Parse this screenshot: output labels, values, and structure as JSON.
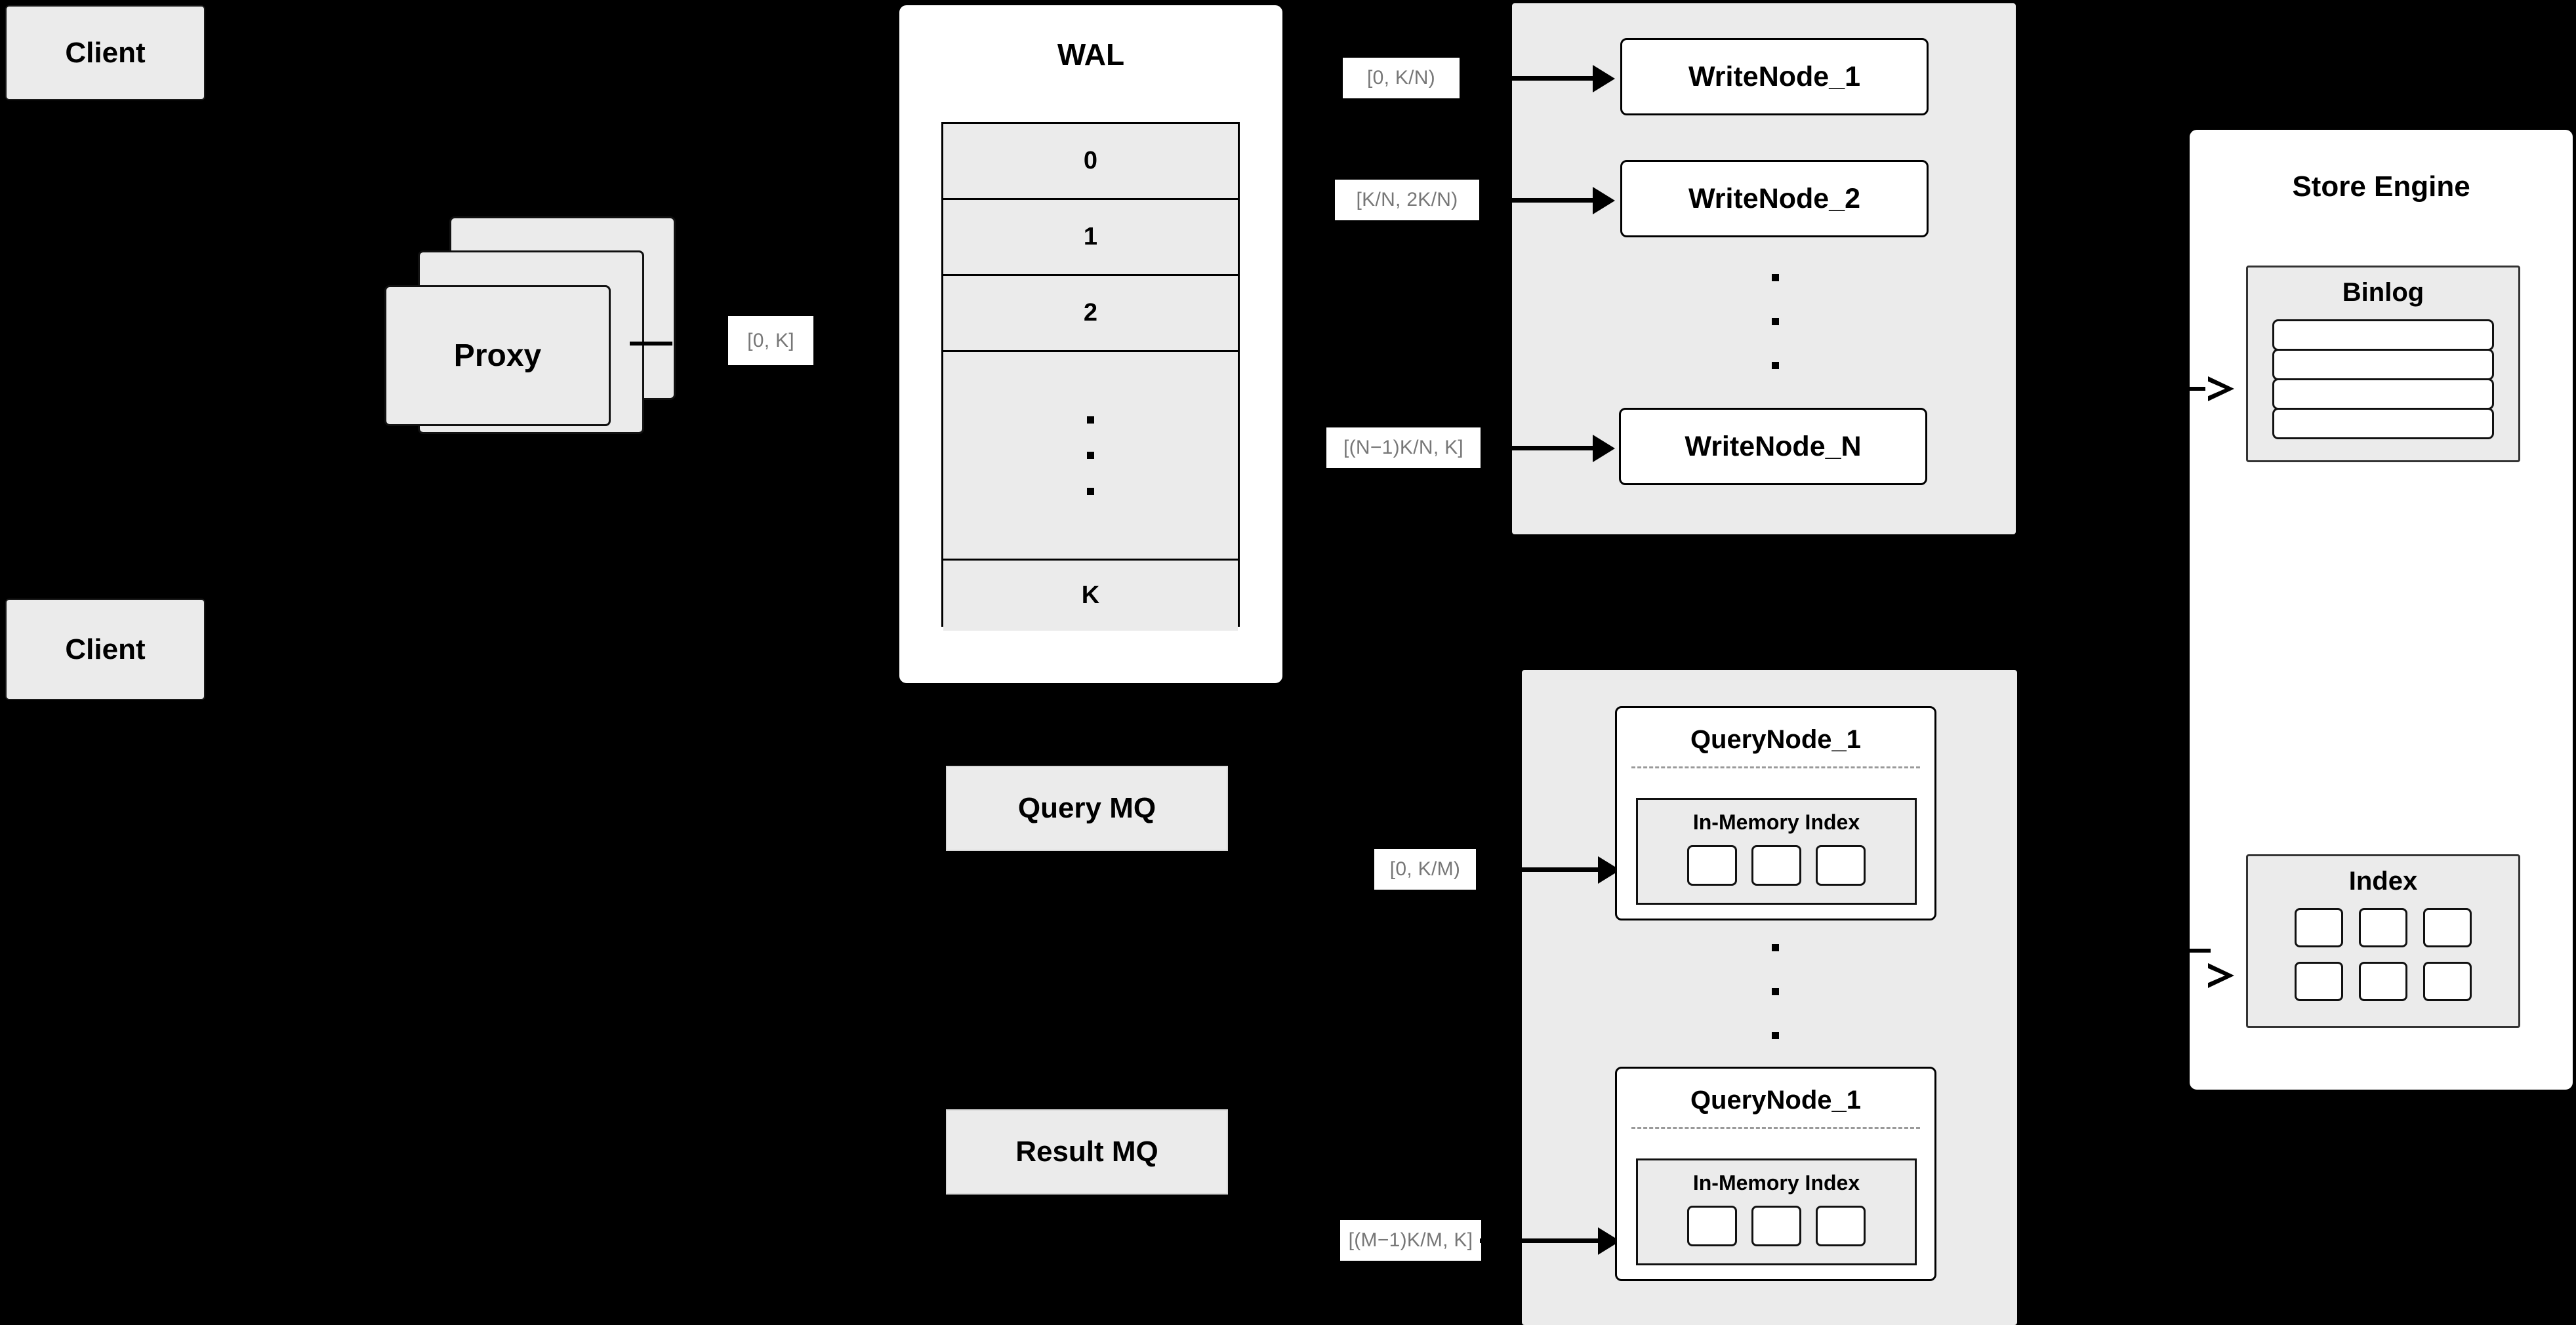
{
  "diagram": {
    "background_color": "#000000",
    "clients": [
      {
        "label": "Client"
      },
      {
        "label": "Client"
      }
    ],
    "proxy": {
      "label": "Proxy",
      "stack_count": 3,
      "out_label": "[0, K]"
    },
    "wal": {
      "title": "WAL",
      "rows": [
        "0",
        "1",
        "2",
        "⋮",
        "K"
      ]
    },
    "write_group": {
      "nodes": [
        {
          "label": "WriteNode_1",
          "range_label": "[0,  K/N)"
        },
        {
          "label": "WriteNode_2",
          "range_label": "[K/N, 2K/N)"
        },
        {
          "label": "WriteNode_N",
          "range_label": "[(N−1)K/N,  K]"
        }
      ],
      "ellipsis": "⋮"
    },
    "message_queues": [
      {
        "label": "Query MQ"
      },
      {
        "label": "Result MQ"
      }
    ],
    "query_group": {
      "nodes": [
        {
          "label": "QueryNode_1",
          "range_label": "[0, K/M)",
          "inner": {
            "title": "In-Memory Index",
            "cell_count": 3
          }
        },
        {
          "label": "QueryNode_1",
          "range_label": "[(M−1)K/M, K]",
          "inner": {
            "title": "In-Memory Index",
            "cell_count": 3
          }
        }
      ],
      "ellipsis": "⋮"
    },
    "store_engine": {
      "title": "Store Engine",
      "binlog": {
        "title": "Binlog",
        "bar_count": 4
      },
      "index": {
        "title": "Index",
        "rows": 2,
        "cols": 3
      }
    },
    "colors": {
      "canvas": "#000000",
      "fill_gray": "#ebebeb",
      "fill_white": "#ffffff",
      "stroke": "#000000",
      "label_text": "#777777",
      "dashed_sep": "#9a9a9a"
    }
  }
}
